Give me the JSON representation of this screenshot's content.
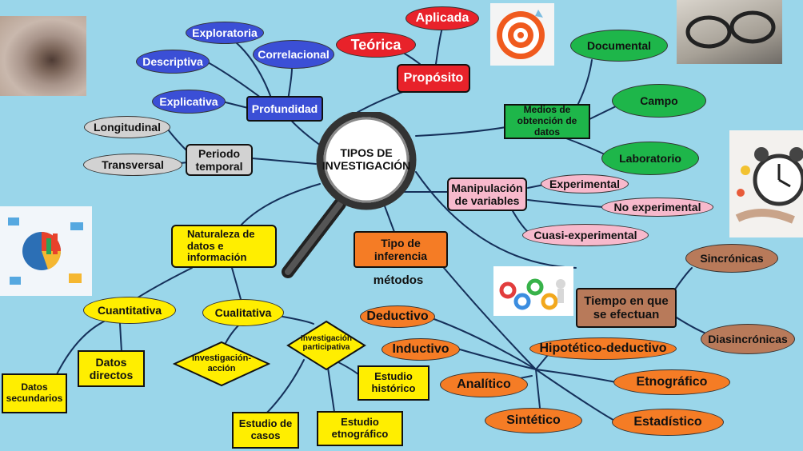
{
  "center": "TIPOS DE INVESTIGACIÓN",
  "profundidad": {
    "label": "Profundidad",
    "items": [
      "Exploratoria",
      "Descriptiva",
      "Correlacional",
      "Explicativa"
    ]
  },
  "proposito": {
    "label": "Propósito",
    "items": [
      "Teórica",
      "Aplicada"
    ]
  },
  "medios": {
    "label": "Medios de obtención de datos",
    "items": [
      "Documental",
      "Campo",
      "Laboratorio"
    ]
  },
  "periodo": {
    "label": "Periodo temporal",
    "items": [
      "Longitudinal",
      "Transversal"
    ]
  },
  "manipulacion": {
    "label": "Manipulación de variables",
    "items": [
      "Experimental",
      "No experimental",
      "Cuasi-experimental"
    ]
  },
  "inferencia": {
    "label": "Tipo de inferencia",
    "caption": "métodos",
    "items": [
      "Deductivo",
      "Inductivo",
      "Hipotético-deductivo",
      "Analítico",
      "Etnográfico",
      "Sintético",
      "Estadístico"
    ]
  },
  "tiempo": {
    "label": "Tiempo en que se efectuan",
    "items": [
      "Sincrónicas",
      "Diasincrónicas"
    ]
  },
  "naturaleza": {
    "label": "Naturaleza de datos e información",
    "cuantitativa": {
      "label": "Cuantitativa",
      "items": [
        "Datos directos",
        "Datos secundarios"
      ]
    },
    "cualitativa": {
      "label": "Cualitativa",
      "items": [
        "Investigación-acción",
        "Investigación participativa",
        "Estudio histórico",
        "Estudio de casos",
        "Estudio etnográfico"
      ]
    }
  },
  "colors": {
    "background": "#9ad6ea",
    "blue": "#3b4fd6",
    "red": "#e8222a",
    "green": "#1eb64a",
    "pink": "#f7b9cc",
    "orange": "#f57c25",
    "brown": "#b87a5a",
    "yellow": "#ffee00",
    "gray": "#d2d2d2"
  },
  "images": [
    "stone-tunnel-image",
    "target-icon",
    "glasses-on-book-image",
    "alarm-clock-image",
    "data-charts-image",
    "gears-image"
  ]
}
